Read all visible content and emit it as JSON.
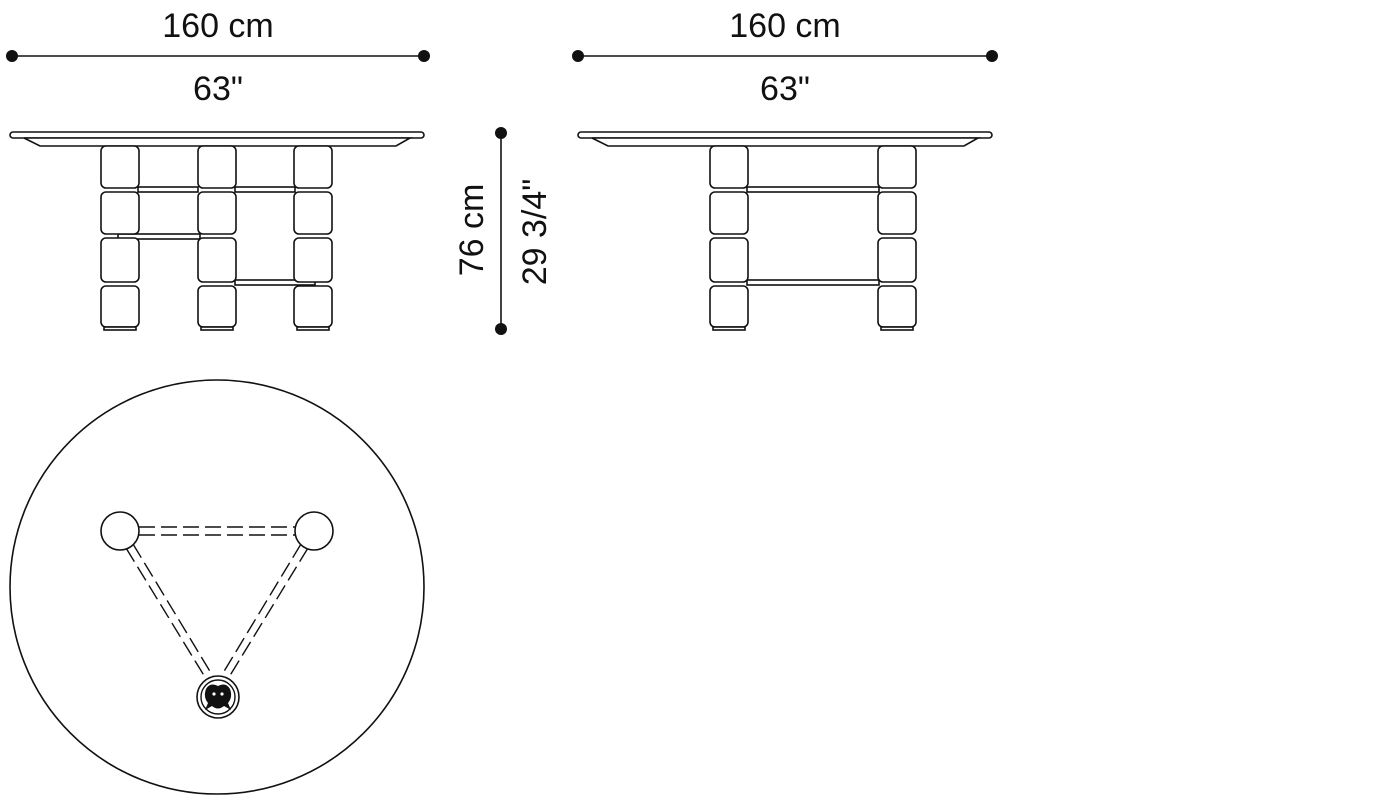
{
  "front_view": {
    "width_cm": "160 cm",
    "width_in": "63\""
  },
  "side_view": {
    "width_cm": "160 cm",
    "width_in": "63\""
  },
  "height": {
    "cm": "76 cm",
    "in": "29 3/4\""
  },
  "colors": {
    "line": "#111111",
    "background": "#ffffff"
  },
  "icons": {
    "brand_mark": "brand-logo-icon"
  }
}
